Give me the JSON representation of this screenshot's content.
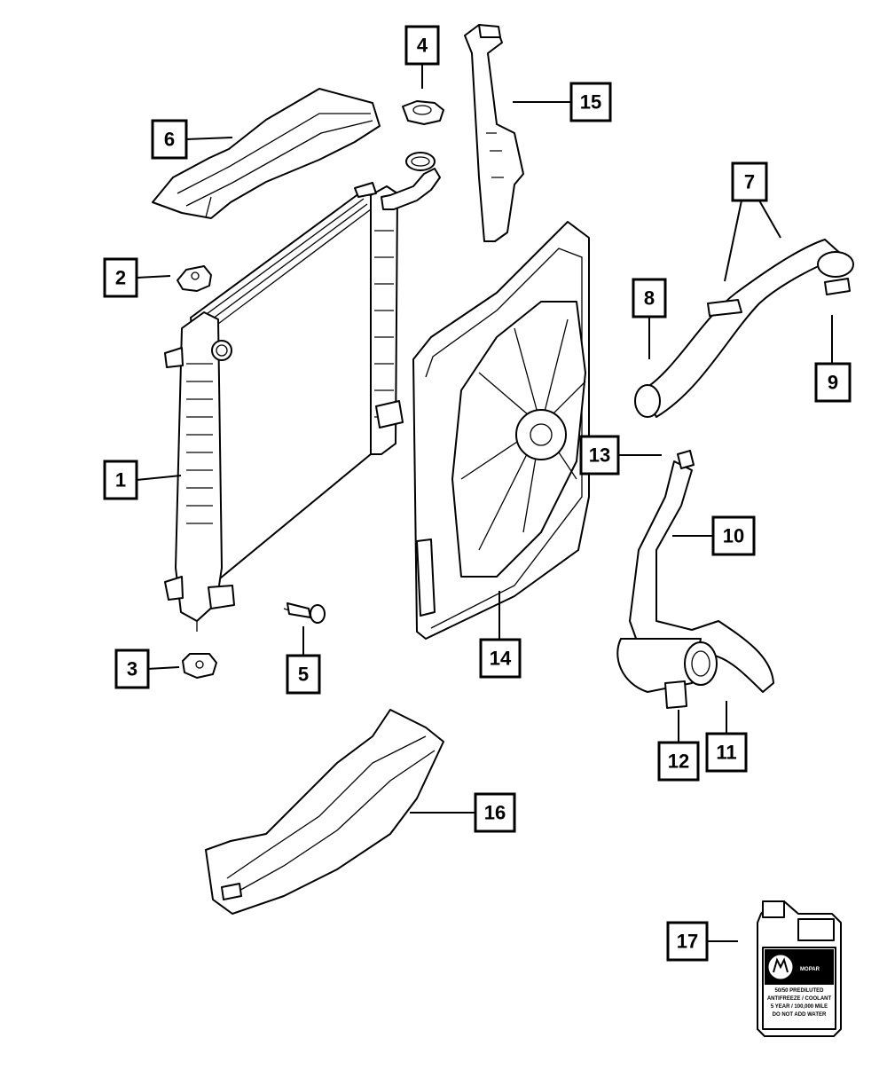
{
  "diagram": {
    "labels": [
      "1",
      "2",
      "3",
      "4",
      "5",
      "6",
      "7",
      "8",
      "9",
      "10",
      "11",
      "12",
      "13",
      "14",
      "15",
      "16",
      "17"
    ]
  },
  "coolant_jug": {
    "brand": "MOPAR",
    "line1": "50/50 PREDILUTED",
    "line2": "ANTIFREEZE / COOLANT",
    "line3": "5 YEAR / 100,000 MILE",
    "line4": "DO NOT ADD WATER"
  }
}
